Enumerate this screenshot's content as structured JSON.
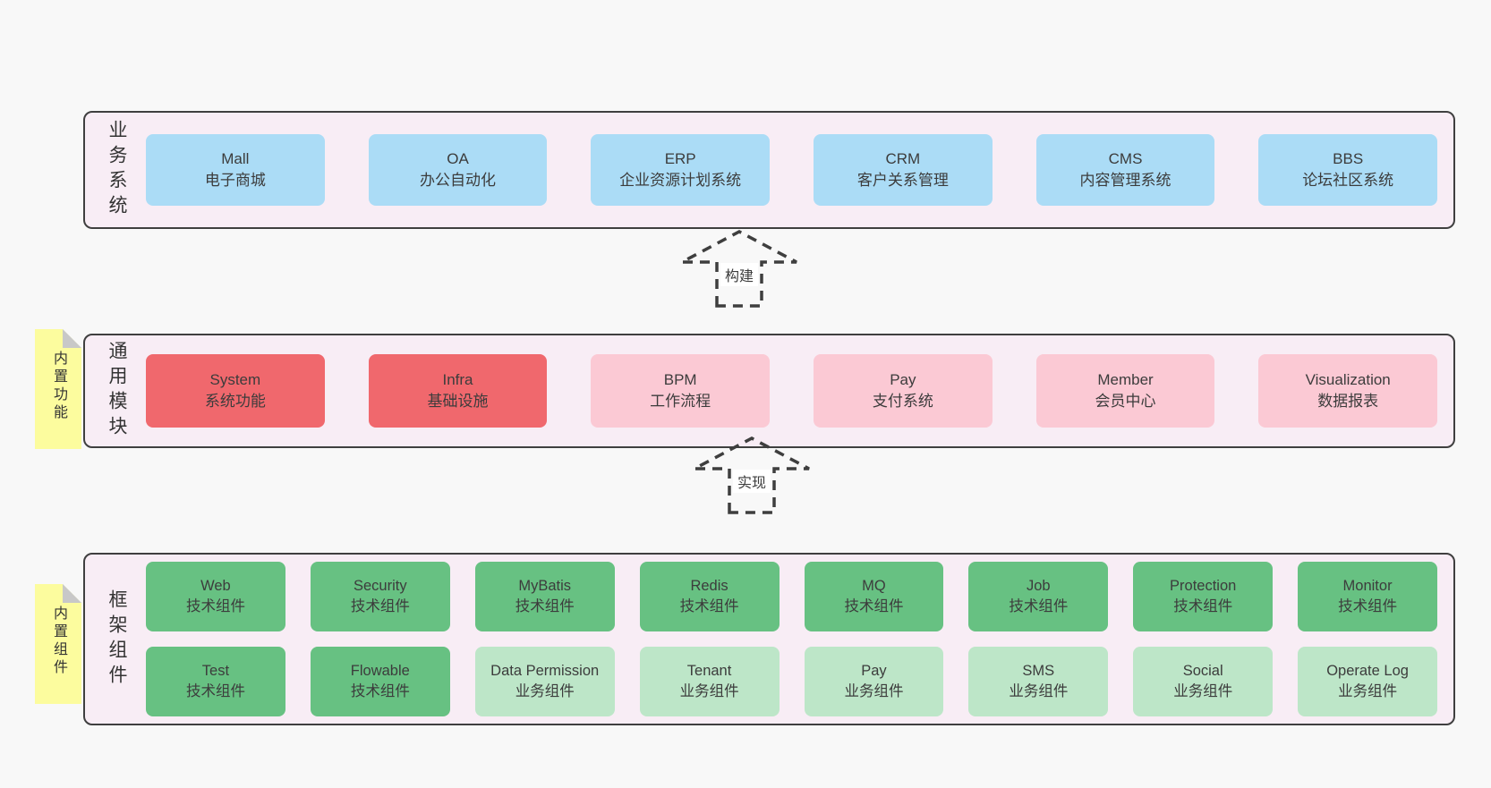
{
  "colors": {
    "page-bg": "#f8f8f8",
    "band-bg": "#f8edf5",
    "band-border": "#3f3f3f",
    "box-blue": "#abdcf6",
    "box-red": "#f0686d",
    "box-pink": "#fbc9d4",
    "box-green": "#67c182",
    "box-green-light": "#bde6c8",
    "note-yellow": "#fcfc9e",
    "note-fold": "#c8c8c8",
    "text": "#3c3c3c",
    "arrow": "#3e3e3e",
    "arrow-label-bg": "#ffffff"
  },
  "layers": {
    "business": {
      "label": "业务系统",
      "boxes": [
        {
          "name": "Mall",
          "desc": "电子商城"
        },
        {
          "name": "OA",
          "desc": "办公自动化"
        },
        {
          "name": "ERP",
          "desc": "企业资源计划系统"
        },
        {
          "name": "CRM",
          "desc": "客户关系管理"
        },
        {
          "name": "CMS",
          "desc": "内容管理系统"
        },
        {
          "name": "BBS",
          "desc": "论坛社区系统"
        }
      ]
    },
    "common": {
      "label": "通用模块",
      "note": "内置功能",
      "boxes": [
        {
          "name": "System",
          "desc": "系统功能"
        },
        {
          "name": "Infra",
          "desc": "基础设施"
        },
        {
          "name": "BPM",
          "desc": "工作流程"
        },
        {
          "name": "Pay",
          "desc": "支付系统"
        },
        {
          "name": "Member",
          "desc": "会员中心"
        },
        {
          "name": "Visualization",
          "desc": "数据报表"
        }
      ]
    },
    "framework": {
      "label": "框架组件",
      "note": "内置组件",
      "rows": [
        [
          {
            "name": "Web",
            "desc": "技术组件"
          },
          {
            "name": "Security",
            "desc": "技术组件"
          },
          {
            "name": "MyBatis",
            "desc": "技术组件"
          },
          {
            "name": "Redis",
            "desc": "技术组件"
          },
          {
            "name": "MQ",
            "desc": "技术组件"
          },
          {
            "name": "Job",
            "desc": "技术组件"
          },
          {
            "name": "Protection",
            "desc": "技术组件"
          },
          {
            "name": "Monitor",
            "desc": "技术组件"
          }
        ],
        [
          {
            "name": "Test",
            "desc": "技术组件"
          },
          {
            "name": "Flowable",
            "desc": "技术组件"
          },
          {
            "name": "Data Permission",
            "desc": "业务组件"
          },
          {
            "name": "Tenant",
            "desc": "业务组件"
          },
          {
            "name": "Pay",
            "desc": "业务组件"
          },
          {
            "name": "SMS",
            "desc": "业务组件"
          },
          {
            "name": "Social",
            "desc": "业务组件"
          },
          {
            "name": "Operate Log",
            "desc": "业务组件"
          }
        ]
      ]
    }
  },
  "arrows": [
    {
      "label": "构建"
    },
    {
      "label": "实现"
    }
  ]
}
